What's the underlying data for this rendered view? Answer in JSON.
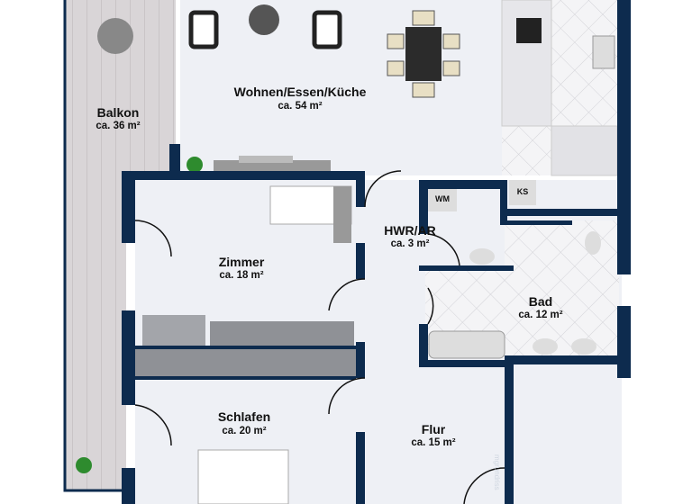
{
  "colors": {
    "wall": "#0d2b4e",
    "floor": "#eef0f5",
    "balcony_deck": "#d9d5d7",
    "tile": "#f3f3f5"
  },
  "rooms": [
    {
      "name": "Balkon",
      "area": "ca. 36 m²"
    },
    {
      "name": "Wohnen/Essen/Küche",
      "area": "ca. 54 m²"
    },
    {
      "name": "Zimmer",
      "area": "ca. 18 m²"
    },
    {
      "name": "HWR/AR",
      "area": "ca. 3 m²"
    },
    {
      "name": "Bad",
      "area": "ca. 12 m²"
    },
    {
      "name": "Schlafen",
      "area": "ca. 20 m²"
    },
    {
      "name": "Flur",
      "area": "ca. 15 m²"
    }
  ],
  "appliances": {
    "washing_machine": "WM",
    "fridge": "KS"
  },
  "watermark": "mgrundriss"
}
